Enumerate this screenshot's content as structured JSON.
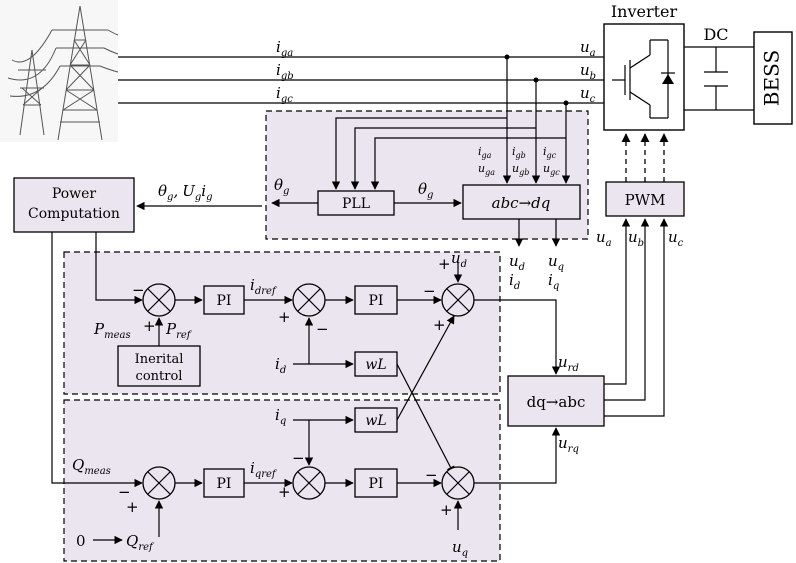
{
  "blocks": {
    "inverter": "Inverter",
    "dc": "DC",
    "bess": "BESS",
    "pwm": "PWM",
    "pll": "PLL",
    "abc_dq": "abc→dq",
    "dq_abc": "dq→abc",
    "power_comp_line1": "Power",
    "power_comp_line2": "Computation",
    "pi": "PI",
    "wl": "wL",
    "inertial_line1": "Inerital",
    "inertial_line2": "control"
  },
  "signals": {
    "i_ga": {
      "base": "i",
      "sub": "ga"
    },
    "i_gb": {
      "base": "i",
      "sub": "gb"
    },
    "i_gc": {
      "base": "i",
      "sub": "gc"
    },
    "u_a": {
      "base": "u",
      "sub": "a"
    },
    "u_b": {
      "base": "u",
      "sub": "b"
    },
    "u_c": {
      "base": "u",
      "sub": "c"
    },
    "theta_g": {
      "base": "θ",
      "sub": "g"
    },
    "u_d": {
      "base": "u",
      "sub": "d"
    },
    "u_q": {
      "base": "u",
      "sub": "q"
    },
    "i_d": {
      "base": "i",
      "sub": "d"
    },
    "i_q": {
      "base": "i",
      "sub": "q"
    },
    "i_dref": {
      "base": "i",
      "sub": "dref"
    },
    "i_qref": {
      "base": "i",
      "sub": "qref"
    },
    "u_rd": {
      "base": "u",
      "sub": "rd"
    },
    "u_rq": {
      "base": "u",
      "sub": "rq"
    },
    "p_meas": {
      "base": "P",
      "sub": "meas"
    },
    "p_ref": {
      "base": "P",
      "sub": "ref"
    },
    "q_meas": {
      "base": "Q",
      "sub": "meas"
    },
    "q_ref": {
      "base": "Q",
      "sub": "ref"
    },
    "u_ga": {
      "base": "u",
      "sub": "ga"
    },
    "u_gb": {
      "base": "u",
      "sub": "gb"
    },
    "u_gc": {
      "base": "u",
      "sub": "gc"
    }
  },
  "feedback": {
    "theta": "θ",
    "theta_sub": "g",
    "comma": ",",
    "u_base": "U",
    "u_sub": "g",
    "i_base": "i",
    "i_sub": "g"
  },
  "constants": {
    "zero": "0"
  },
  "signs": {
    "minus": "−",
    "plus": "+"
  }
}
